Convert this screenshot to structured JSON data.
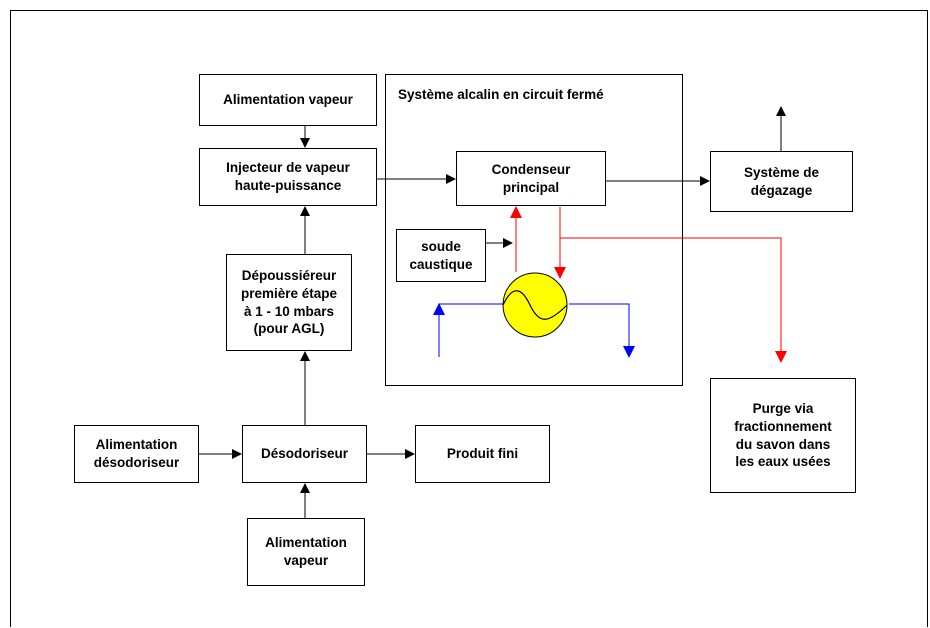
{
  "boxes": {
    "steam_supply_top": "Alimentation vapeur",
    "steam_injector": "Injecteur de vapeur\nhaute-puissance",
    "deduster": "Dépoussiéreur\npremière étape\nà 1 - 10 mbars\n(pour AGL)",
    "deodorizer_feed": "Alimentation\ndésodoriseur",
    "deodorizer": "Désodoriseur",
    "finished_product": "Produit fini",
    "steam_supply_bottom": "Alimentation\nvapeur",
    "alkaline_system": "Système alcalin en circuit fermé",
    "main_condenser": "Condenseur\nprincipal",
    "caustic_soda": "soude\ncaustique",
    "degassing_system": "Système de\ndégazage",
    "purge": "Purge via\nfractionnement\ndu savon dans\nles eaux usées"
  },
  "colors": {
    "line": "#000000",
    "hot_loop": "#ff0000",
    "cooling": "#0000ff",
    "exchanger_fill": "#ffff00"
  },
  "icons": {
    "heat_exchanger": "heat-exchanger-icon"
  }
}
